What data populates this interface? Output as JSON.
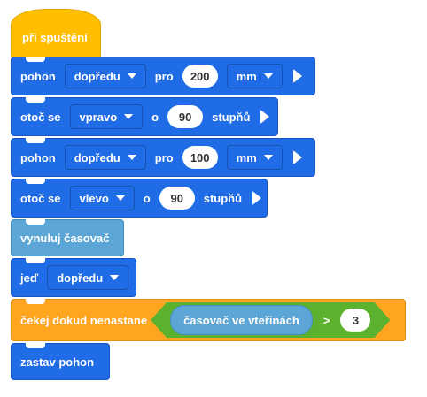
{
  "hat": {
    "label": "při spuštění"
  },
  "blocks": [
    {
      "label": "pohon",
      "dropdown1": "dopředu",
      "word": "pro",
      "value": "200",
      "dropdown2": "mm"
    },
    {
      "label": "otoč se",
      "dropdown1": "vpravo",
      "word": "o",
      "value": "90",
      "unit": "stupňů"
    },
    {
      "label": "pohon",
      "dropdown1": "dopředu",
      "word": "pro",
      "value": "100",
      "dropdown2": "mm"
    },
    {
      "label": "otoč se",
      "dropdown1": "vlevo",
      "word": "o",
      "value": "90",
      "unit": "stupňů"
    }
  ],
  "reset_timer": {
    "label": "vynuluj časovač"
  },
  "drive": {
    "label": "jeď",
    "dropdown": "dopředu"
  },
  "wait": {
    "label": "čekej dokud nenastane",
    "timer": "časovač ve vteřinách",
    "operator": ">",
    "value": "3"
  },
  "stop": {
    "label": "zastav pohon"
  },
  "colors": {
    "motion_blue": "#1f6ce6",
    "event_yellow": "#ffbf00",
    "sensing_lightblue": "#5ba6d6",
    "control_orange": "#ffa51f",
    "operator_green": "#5cb22e"
  },
  "icons": {
    "run_step": "play-icon",
    "dropdown": "chevron-down-icon"
  }
}
